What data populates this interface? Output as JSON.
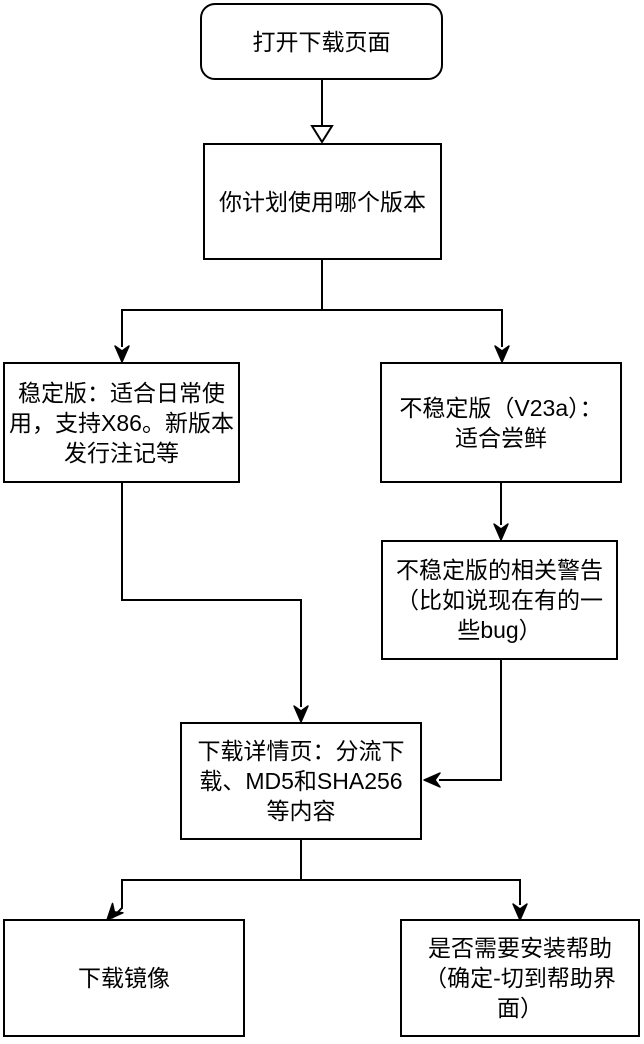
{
  "flowchart": {
    "colors": {
      "stroke": "#000000",
      "node_fill": "#ffffff",
      "text": "#000000",
      "background": "#ffffff"
    },
    "nodes": {
      "open_download_page": {
        "label": "打开下载页面",
        "shape": "rounded-rectangle"
      },
      "which_version": {
        "label": "你计划使用哪个版本",
        "shape": "rectangle"
      },
      "stable_version": {
        "label": "稳定版：适合日常使\n用，支持X86。新版本\n发行注记等",
        "shape": "rectangle"
      },
      "unstable_version": {
        "label": "不稳定版（V23a）：\n适合尝鲜",
        "shape": "rectangle"
      },
      "unstable_warning": {
        "label": "不稳定版的相关警告\n（比如说现在有的一\n些bug）",
        "shape": "rectangle"
      },
      "download_detail_page": {
        "label": "下载详情页：分流下\n载、MD5和SHA256\n等内容",
        "shape": "rectangle"
      },
      "download_image": {
        "label": "下载镜像",
        "shape": "rectangle"
      },
      "install_help": {
        "label": "是否需要安装帮助\n（确定-切到帮助界\n面）",
        "shape": "rectangle"
      }
    },
    "edges": [
      {
        "from": "open_download_page",
        "to": "which_version",
        "arrowhead": "open-triangle"
      },
      {
        "from": "which_version",
        "to": "stable_version",
        "arrowhead": "filled"
      },
      {
        "from": "which_version",
        "to": "unstable_version",
        "arrowhead": "filled"
      },
      {
        "from": "stable_version",
        "to": "download_detail_page",
        "arrowhead": "filled"
      },
      {
        "from": "unstable_version",
        "to": "unstable_warning",
        "arrowhead": "filled"
      },
      {
        "from": "unstable_warning",
        "to": "download_detail_page",
        "arrowhead": "filled"
      },
      {
        "from": "download_detail_page",
        "to": "download_image",
        "arrowhead": "filled"
      },
      {
        "from": "download_detail_page",
        "to": "install_help",
        "arrowhead": "filled"
      }
    ]
  }
}
